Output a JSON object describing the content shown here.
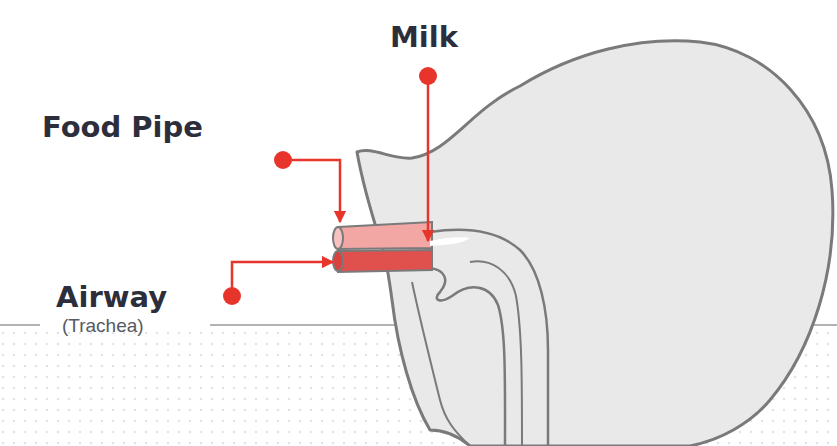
{
  "diagram": {
    "labels": [
      "Milk",
      "Food Pipe",
      "Airway",
      "(Trachea)"
    ]
  }
}
